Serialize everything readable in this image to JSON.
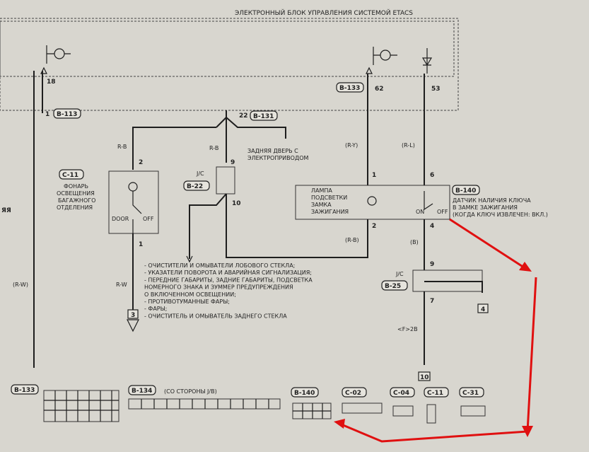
{
  "title": "ЭЛЕКТРОННЫЙ БЛОК УПРАВЛЕНИЯ СИСТЕМОЙ ETACS",
  "connectors_top": {
    "b113": "B-113",
    "b131": "B-131",
    "b133": "B-133",
    "b140": "B-140",
    "c11": "C-11",
    "b22": "B-22",
    "b25": "B-25",
    "jc": "J/C"
  },
  "pins": {
    "p18": "18",
    "p1a": "1",
    "p22": "22",
    "p62": "62",
    "p53": "53",
    "p2a": "2",
    "p9a": "9",
    "p10": "10",
    "p1b": "1",
    "p1c": "1",
    "p6": "6",
    "p2b": "2",
    "p4": "4",
    "p9b": "9",
    "p7": "7"
  },
  "wires": {
    "rb1": "R-B",
    "rb2": "R-B",
    "ry": "(R-Y)",
    "rl": "(R-L)",
    "rw": "(R-W)",
    "r_w": "R-W",
    "rb3": "(R-B)",
    "b": "(B)",
    "f2b": "<F>2B"
  },
  "labels": {
    "tailgate_line1": "ЗАДНЯЯ ДВЕРЬ С",
    "tailgate_line2": "ЭЛЕКТРОПРИВОДОМ",
    "cargo_line1": "ФОНАРЬ",
    "cargo_line2": "ОСВЕЩЕНИЯ",
    "cargo_line3": "БАГАЖНОГО",
    "cargo_line4": "ОТДЕЛЕНИЯ",
    "door": "DOOR",
    "off": "OFF",
    "on": "ON",
    "lamp_line1": "ЛАМПА",
    "lamp_line2": "ПОДСВЕТКИ",
    "lamp_line3": "ЗАМКА",
    "lamp_line4": "ЗАЖИГАНИЯ",
    "key_line1": "ДАТЧИК НАЛИЧИЯ КЛЮЧА",
    "key_line2": "В ЗАМКЕ ЗАЖИГАНИЯ",
    "key_line3": "(КОГДА КЛЮЧ ИЗВЛЕЧЕН: ВКЛ.)",
    "left_edge": "ЯЯ",
    "ground3": "3",
    "ground4": "4",
    "ground10": "10"
  },
  "list_items": [
    "- ОЧИСТИТЕЛИ И ОМЫВАТЕЛИ ЛОБОВОГО СТЕКЛА;",
    "- УКАЗАТЕЛИ ПОВОРОТА И АВАРИЙНАЯ СИГНАЛИЗАЦИЯ;",
    "- ПЕРЕДНИЕ ГАБАРИТЫ, ЗАДНИЕ ГАБАРИТЫ, ПОДСВЕТКА",
    "  НОМЕРНОГО ЗНАКА И ЗУММЕР ПРЕДУПРЕЖДЕНИЯ",
    "  О ВКЛЮЧЕННОМ ОСВЕЩЕНИИ;",
    "- ПРОТИВОТУМАННЫЕ ФАРЫ;",
    "- ФАРЫ;",
    "- ОЧИСТИТЕЛЬ И ОМЫВАТЕЛЬ ЗАДНЕГО СТЕКЛА"
  ],
  "bottom_connectors": {
    "b133": "B-133",
    "b134": "B-134",
    "b134_note": "(СО СТОРОНЫ J/B)",
    "b140": "B-140",
    "c02": "C-02",
    "c04": "C-04",
    "c11": "C-11",
    "c31": "C-31"
  },
  "colors": {
    "background": "#d8d6cf",
    "wire": "#1e1e1e",
    "arrow": "#e01010"
  }
}
